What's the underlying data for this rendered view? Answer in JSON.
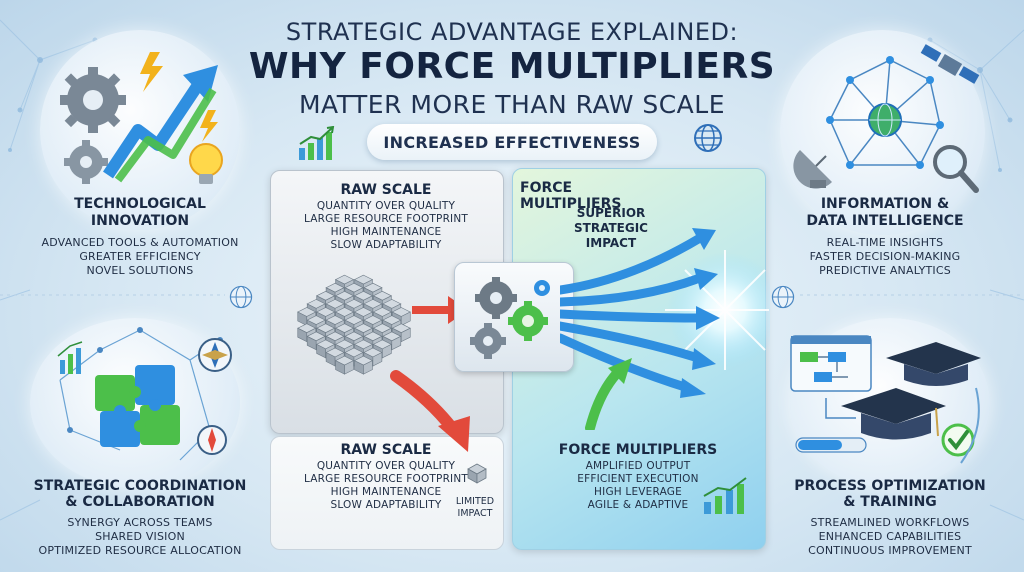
{
  "header": {
    "line1": "STRATEGIC ADVANTAGE EXPLAINED:",
    "line2": "WHY FORCE MULTIPLIERS",
    "line3": "MATTER MORE THAN RAW SCALE"
  },
  "pill": "INCREASED EFFECTIVENESS",
  "tech": {
    "title1": "TECHNOLOGICAL",
    "title2": "INNOVATION",
    "items": [
      "ADVANCED TOOLS & AUTOMATION",
      "GREATER EFFICIENCY",
      "NOVEL SOLUTIONS"
    ]
  },
  "info": {
    "title1": "INFORMATION &",
    "title2": "DATA INTELLIGENCE",
    "items": [
      "REAL-TIME INSIGHTS",
      "FASTER DECISION-MAKING",
      "PREDICTIVE ANALYTICS"
    ]
  },
  "coord": {
    "title1": "STRATEGIC COORDINATION",
    "title2": "& COLLABORATION",
    "items": [
      "SYNERGY ACROSS TEAMS",
      "SHARED VISION",
      "OPTIMIZED RESOURCE ALLOCATION"
    ]
  },
  "process": {
    "title1": "PROCESS OPTIMIZATION",
    "title2": "& TRAINING",
    "items": [
      "STREAMLINED WORKFLOWS",
      "ENHANCED CAPABILITIES",
      "CONTINUOUS IMPROVEMENT"
    ]
  },
  "raw_top": {
    "title": "RAW SCALE",
    "items": [
      "QUANTITY OVER QUALITY",
      "LARGE RESOURCE FOOTPRINT",
      "HIGH MAINTENANCE",
      "SLOW ADAPTABILITY"
    ]
  },
  "raw_bottom": {
    "title": "RAW SCALE",
    "items": [
      "QUANTITY OVER QUALITY",
      "LARGE RESOURCE FOOTPRINT",
      "HIGH MAINTENANCE",
      "SLOW ADAPTABILITY"
    ],
    "limited1": "LIMITED",
    "limited2": "IMPACT"
  },
  "fm_top": {
    "title": "FORCE MULTIPLIERS",
    "impact": [
      "SUPERIOR",
      "STRATEGIC",
      "IMPACT"
    ]
  },
  "fm_bottom": {
    "title": "FORCE MULTIPLIERS",
    "items": [
      "AMPLIFIED OUTPUT",
      "EFFICIENT EXECUTION",
      "HIGH LEVERAGE",
      "AGILE & ADAPTIVE"
    ]
  },
  "colors": {
    "accent_blue": "#2f8fe0",
    "accent_green": "#4cbf4a",
    "accent_red": "#e24a3b",
    "title_navy": "#142440"
  },
  "icons": [
    "gear-icon",
    "lightning-icon",
    "lightbulb-icon",
    "trend-arrow-icon",
    "globe-icon",
    "satellite-icon",
    "satellite-dish-icon",
    "magnifier-icon",
    "puzzle-icon",
    "compass-icon",
    "graduation-cap-icon",
    "checkmark-icon",
    "flowchart-icon",
    "bar-chart-icon",
    "cube-icon"
  ]
}
